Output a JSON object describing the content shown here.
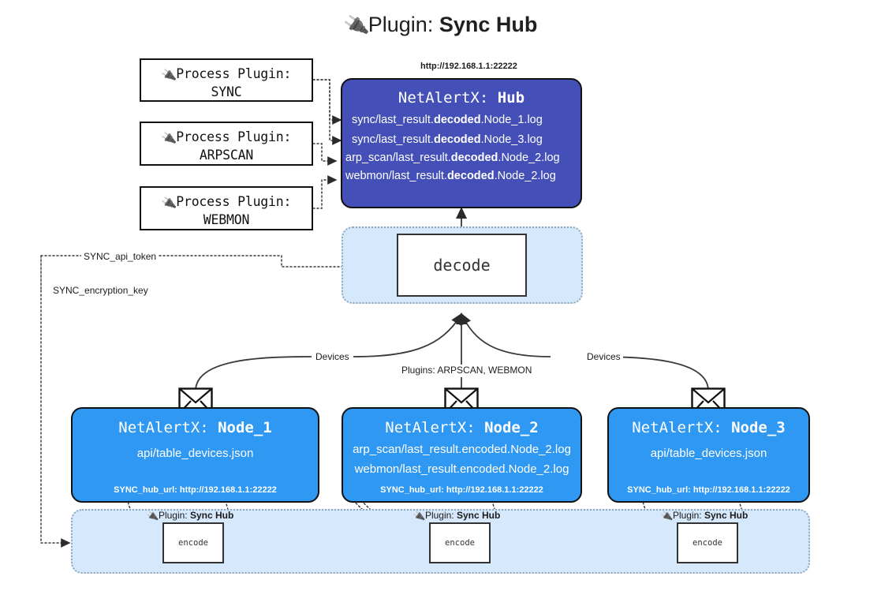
{
  "title": {
    "icon": "plug-icon",
    "prefix": "Plugin: ",
    "name": "Sync Hub"
  },
  "process_plugins": [
    {
      "icon": "plug-icon",
      "line1": "Process Plugin:",
      "line2": "SYNC"
    },
    {
      "icon": "plug-icon",
      "line1": "Process Plugin:",
      "line2": "ARPSCAN"
    },
    {
      "icon": "plug-icon",
      "line1": "Process Plugin:",
      "line2": "WEBMON"
    }
  ],
  "hub": {
    "url": "http://192.168.1.1:22222",
    "title_prefix": "NetAlertX: ",
    "title_name": "Hub",
    "rows": [
      {
        "pre": "sync/last_result.",
        "bold": "decoded",
        "post": ".Node_1.log"
      },
      {
        "pre": "sync/last_result.",
        "bold": "decoded",
        "post": ".Node_3.log"
      },
      {
        "pre": "arp_scan/last_result.",
        "bold": "decoded",
        "post": ".Node_2.log"
      },
      {
        "pre": "webmon/last_result.",
        "bold": "decoded",
        "post": ".Node_2.log"
      }
    ]
  },
  "decode": {
    "label": "decode"
  },
  "secrets": {
    "api_token": "SYNC_api_token",
    "encryption_key": "SYNC_encryption_key"
  },
  "edge_labels": {
    "devices_left": "Devices",
    "devices_right": "Devices",
    "plugins_middle": "Plugins: ARPSCAN, WEBMON"
  },
  "nodes": [
    {
      "icon": "envelope-icon",
      "title_prefix": "NetAlertX: ",
      "title_name": "Node_1",
      "lines": [
        "api/table_devices.json"
      ],
      "footer": "SYNC_hub_url: http://192.168.1.1:22222"
    },
    {
      "icon": "envelope-icon",
      "title_prefix": "NetAlertX: ",
      "title_name": "Node_2",
      "lines": [
        "arp_scan/last_result.encoded.Node_2.log",
        "webmon/last_result.encoded.Node_2.log"
      ],
      "footer": "SYNC_hub_url: http://192.168.1.1:22222"
    },
    {
      "icon": "envelope-icon",
      "title_prefix": "NetAlertX: ",
      "title_name": "Node_3",
      "lines": [
        "api/table_devices.json"
      ],
      "footer": "SYNC_hub_url: http://192.168.1.1:22222"
    }
  ],
  "encoders": [
    {
      "icon": "plug-icon",
      "label_prefix": "Plugin: ",
      "label_name": "Sync Hub",
      "box": "encode"
    },
    {
      "icon": "plug-icon",
      "label_prefix": "Plugin: ",
      "label_name": "Sync Hub",
      "box": "encode"
    },
    {
      "icon": "plug-icon",
      "label_prefix": "Plugin: ",
      "label_name": "Sync Hub",
      "box": "encode"
    }
  ],
  "colors": {
    "hub_fill": "#4450b8",
    "node_fill": "#2f98f2",
    "container_fill": "#d6e8fb",
    "stroke": "#111111"
  }
}
